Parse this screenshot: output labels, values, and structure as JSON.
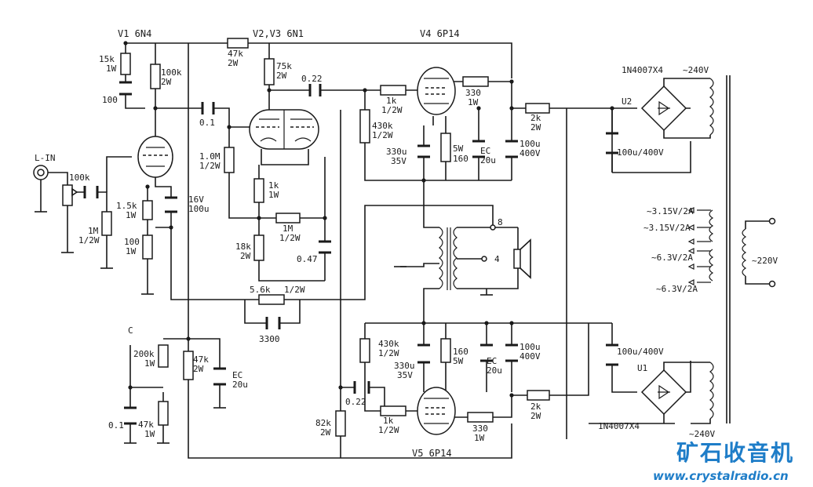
{
  "tubes": {
    "v1": "V1 6N4",
    "v23": "V2,V3 6N1",
    "v4": "V4 6P14",
    "v5": "V5 6P14"
  },
  "input": {
    "label": "L-IN"
  },
  "pot": {
    "value": "100k"
  },
  "resistors": [
    {
      "value": "15k",
      "rating": "1W"
    },
    {
      "value": "100k",
      "rating": "2W"
    },
    {
      "value": "47k",
      "rating": "2W"
    },
    {
      "value": "75k",
      "rating": "2W"
    },
    {
      "value": "1.0M",
      "rating": "1/2W"
    },
    {
      "value": "1k",
      "rating": "1W"
    },
    {
      "value": "1M",
      "rating": "1/2W"
    },
    {
      "value": "1M",
      "rating": "1/2W"
    },
    {
      "value": "18k",
      "rating": "2W"
    },
    {
      "value": "1.5k",
      "rating": "1W"
    },
    {
      "value": "100",
      "rating": "1W"
    },
    {
      "value": "5.6k",
      "rating": "1/2W"
    },
    {
      "value": "1k",
      "rating": "1/2W"
    },
    {
      "value": "430k",
      "rating": "1/2W"
    },
    {
      "value": "330",
      "rating": "1W"
    },
    {
      "value": "5W",
      "rating": "160"
    },
    {
      "value": "2k",
      "rating": "2W"
    },
    {
      "value": "200k",
      "rating": "1W"
    },
    {
      "value": "47k",
      "rating": "2W"
    },
    {
      "value": "47k",
      "rating": "1W"
    },
    {
      "value": "430k",
      "rating": "1/2W"
    },
    {
      "value": "160",
      "rating": "5W"
    },
    {
      "value": "82k",
      "rating": "2W"
    },
    {
      "value": "1k",
      "rating": "1/2W"
    },
    {
      "value": "330",
      "rating": "1W"
    },
    {
      "value": "2k",
      "rating": "2W"
    }
  ],
  "capacitors": [
    {
      "value": "100"
    },
    {
      "value": "0.1"
    },
    {
      "value": "0.22"
    },
    {
      "value": "16V",
      "rating": "100u"
    },
    {
      "value": "0.47"
    },
    {
      "value": "3300"
    },
    {
      "value": "330u",
      "rating": "35V"
    },
    {
      "value": "EC",
      "rating": "20u"
    },
    {
      "value": "100u",
      "rating": "400V"
    },
    {
      "value": "100u/400V"
    },
    {
      "value": "EC",
      "rating": "20u"
    },
    {
      "value": "0.1"
    },
    {
      "value": "0.22"
    },
    {
      "value": "330u",
      "rating": "35V"
    },
    {
      "value": "EC",
      "rating": "20u"
    },
    {
      "value": "100u",
      "rating": "400V"
    },
    {
      "value": "100u/400V"
    }
  ],
  "power": {
    "rect_top": "1N4007X4",
    "rect_bottom": "1N4007X4",
    "sec_top": "~240V",
    "sec_bottom": "~240V",
    "node_u2": "U2",
    "node_u1": "U1",
    "node_c": "C",
    "heaters": [
      "~3.15V/2A",
      "~3.15V/2A",
      "~6.3V/2A",
      "~6.3V/2A"
    ],
    "mains": "~220V"
  },
  "output": {
    "tap8": "8",
    "tap4": "4"
  },
  "watermark": {
    "title": "矿石收音机",
    "url": "www.crystalradio.cn"
  }
}
